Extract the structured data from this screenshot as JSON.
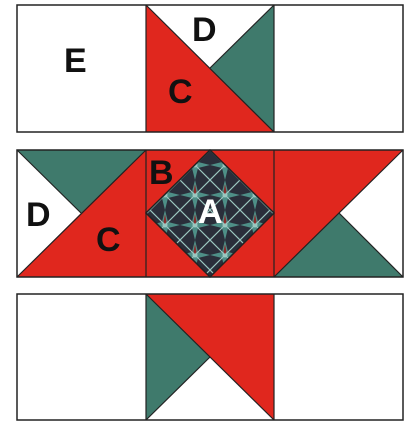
{
  "colors": {
    "red": "#E0271E",
    "teal": "#3F7A6C",
    "white": "#FFFFFF",
    "outline": "#222222",
    "label_dark": "#111111",
    "label_light": "#FFFFFF",
    "fabric_dark": "#2A2E3A",
    "fabric_mid": "#4E8F87",
    "fabric_light": "#9BC7C0",
    "fabric_accent": "#8C2A2A"
  },
  "labels": {
    "row1_e": "E",
    "row1_d": "D",
    "row1_c": "C",
    "row2_b": "B",
    "row2_a": "A",
    "row2_d": "D",
    "row2_c": "C"
  }
}
